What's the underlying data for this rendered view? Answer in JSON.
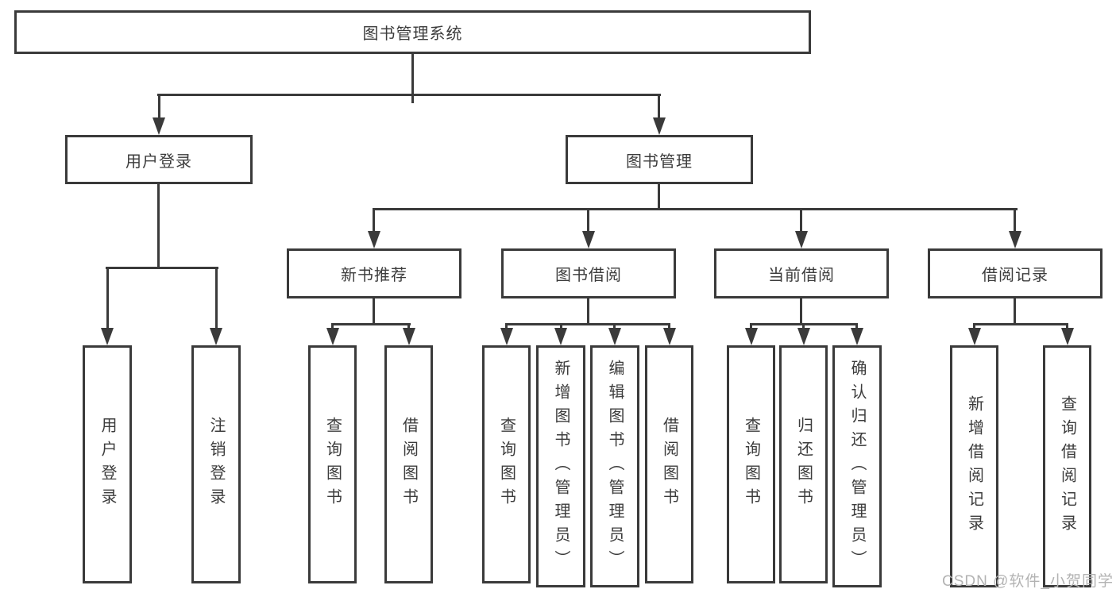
{
  "tree": {
    "root": {
      "label": "图书管理系统"
    },
    "branches": [
      {
        "label": "用户登录",
        "children": [
          {
            "label": "用户登录"
          },
          {
            "label": "注销登录"
          }
        ]
      },
      {
        "label": "图书管理",
        "children": [
          {
            "label": "新书推荐",
            "children": [
              {
                "label": "查询图书"
              },
              {
                "label": "借阅图书"
              }
            ]
          },
          {
            "label": "图书借阅",
            "children": [
              {
                "label": "查询图书"
              },
              {
                "label": "新增图书（管理员）"
              },
              {
                "label": "编辑图书（管理员）"
              },
              {
                "label": "借阅图书"
              }
            ]
          },
          {
            "label": "当前借阅",
            "children": [
              {
                "label": "查询图书"
              },
              {
                "label": "归还图书"
              },
              {
                "label": "确认归还（管理员）"
              }
            ]
          },
          {
            "label": "借阅记录",
            "children": [
              {
                "label": "新增借阅记录"
              },
              {
                "label": "查询借阅记录"
              }
            ]
          }
        ]
      }
    ]
  },
  "watermark": {
    "text": "CSDN @软件_小贺同学"
  },
  "colors": {
    "line": "#3a3a3a",
    "text": "#3c3c3c",
    "watermark": "#b3b3b3",
    "background": "#ffffff"
  }
}
